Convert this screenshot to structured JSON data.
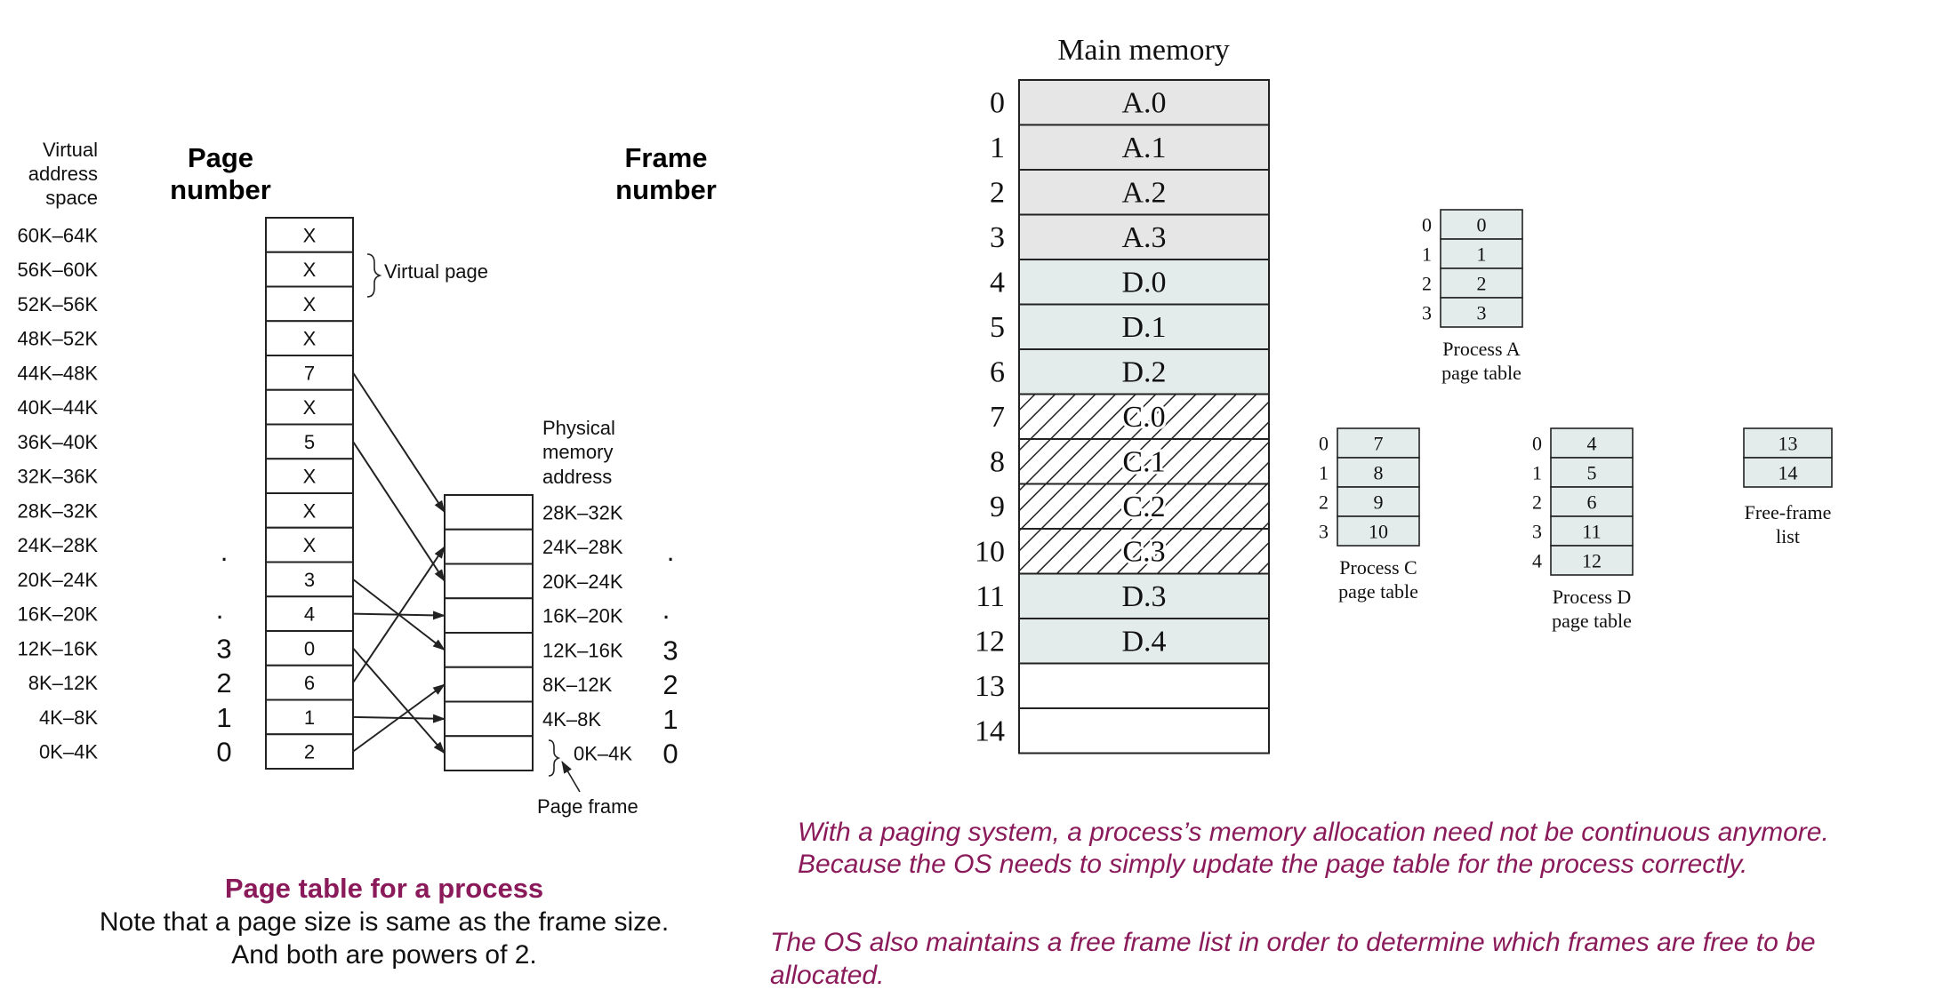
{
  "left_diagram": {
    "virtual_address_label": [
      "Virtual",
      "address",
      "space"
    ],
    "page_number_label": [
      "Page",
      "number"
    ],
    "frame_number_label": [
      "Frame",
      "number"
    ],
    "physical_address_label": [
      "Physical",
      "memory",
      "address"
    ],
    "virtual_page_label": "Virtual page",
    "page_frame_label": "Page frame",
    "virtual_ranges": [
      "60K–64K",
      "56K–60K",
      "52K–56K",
      "48K–52K",
      "44K–48K",
      "40K–44K",
      "36K–40K",
      "32K–36K",
      "28K–32K",
      "24K–28K",
      "20K–24K",
      "16K–20K",
      "12K–16K",
      "8K–12K",
      "4K–8K",
      "0K–4K"
    ],
    "page_entries": [
      "X",
      "X",
      "X",
      "X",
      "7",
      "X",
      "5",
      "X",
      "X",
      "X",
      "3",
      "4",
      "0",
      "6",
      "1",
      "2"
    ],
    "page_numbers": [
      "3",
      "2",
      "1",
      "0"
    ],
    "physical_ranges": [
      "28K–32K",
      "24K–28K",
      "20K–24K",
      "16K–20K",
      "12K–16K",
      "8K–12K",
      "4K–8K",
      "0K–4K"
    ],
    "frame_numbers": [
      "3",
      "2",
      "1",
      "0"
    ],
    "ellipsis_dot": "."
  },
  "main_memory": {
    "title": "Main memory",
    "frames": [
      {
        "index": "0",
        "label": "A.0",
        "state": "A"
      },
      {
        "index": "1",
        "label": "A.1",
        "state": "A"
      },
      {
        "index": "2",
        "label": "A.2",
        "state": "A"
      },
      {
        "index": "3",
        "label": "A.3",
        "state": "A"
      },
      {
        "index": "4",
        "label": "D.0",
        "state": "D"
      },
      {
        "index": "5",
        "label": "D.1",
        "state": "D"
      },
      {
        "index": "6",
        "label": "D.2",
        "state": "D"
      },
      {
        "index": "7",
        "label": "C.0",
        "state": "C"
      },
      {
        "index": "8",
        "label": "C.1",
        "state": "C"
      },
      {
        "index": "9",
        "label": "C.2",
        "state": "C"
      },
      {
        "index": "10",
        "label": "C.3",
        "state": "C"
      },
      {
        "index": "11",
        "label": "D.3",
        "state": "D"
      },
      {
        "index": "12",
        "label": "D.4",
        "state": "D"
      },
      {
        "index": "13",
        "label": "",
        "state": "free"
      },
      {
        "index": "14",
        "label": "",
        "state": "free"
      }
    ]
  },
  "page_tables": [
    {
      "id": "A",
      "caption": [
        "Process A",
        "page table"
      ],
      "indices": [
        "0",
        "1",
        "2",
        "3"
      ],
      "values": [
        "0",
        "1",
        "2",
        "3"
      ]
    },
    {
      "id": "C",
      "caption": [
        "Process C",
        "page table"
      ],
      "indices": [
        "0",
        "1",
        "2",
        "3"
      ],
      "values": [
        "7",
        "8",
        "9",
        "10"
      ]
    },
    {
      "id": "D",
      "caption": [
        "Process D",
        "page table"
      ],
      "indices": [
        "0",
        "1",
        "2",
        "3",
        "4"
      ],
      "values": [
        "4",
        "5",
        "6",
        "11",
        "12"
      ]
    }
  ],
  "free_frame_list": {
    "caption": [
      "Free-frame",
      "list"
    ],
    "values": [
      "13",
      "14"
    ]
  },
  "captions": {
    "page_table_title": "Page table for a process",
    "page_table_note_1": "Note that a page size is same as the frame size.",
    "page_table_note_2": "And both are powers of 2.",
    "paging_note_1": "With a paging system, a process’s memory allocation need not be continuous anymore.",
    "paging_note_2": "Because the OS needs to simply update the page table for the process correctly.",
    "free_list_note_1": "The OS also maintains a free frame list in order to determine which frames are free to be",
    "free_list_note_2": "allocated."
  },
  "colors": {
    "process_a_fill": "#e6e6e6",
    "process_d_fill": "#e3ecea",
    "table_fill": "#e3ecea",
    "accent_text": "#8a1a5a",
    "line": "#222222"
  }
}
